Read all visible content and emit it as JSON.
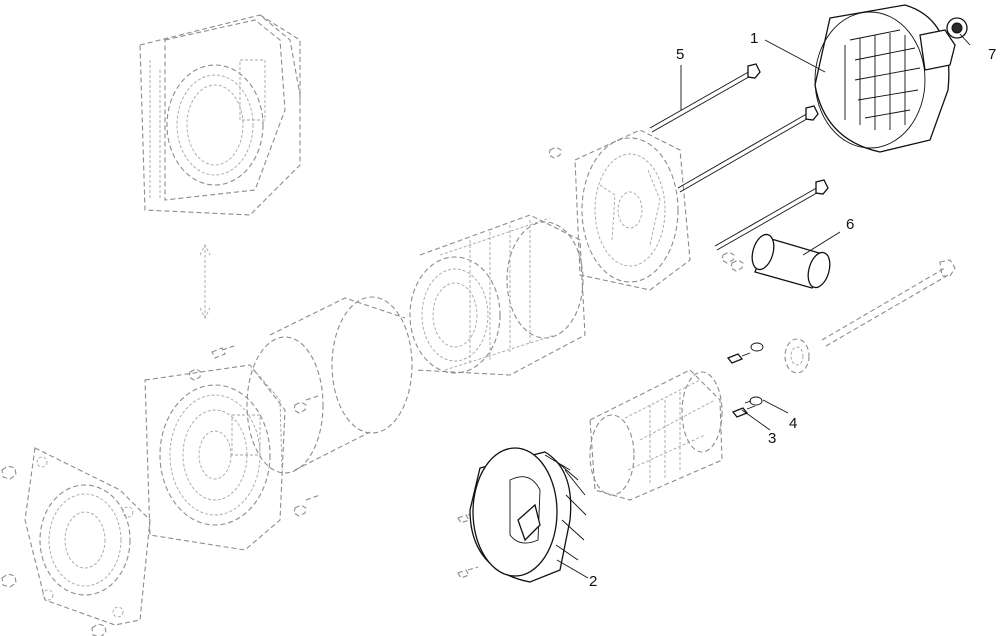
{
  "callouts": [
    {
      "id": "1",
      "label": "1"
    },
    {
      "id": "2",
      "label": "2"
    },
    {
      "id": "3",
      "label": "3"
    },
    {
      "id": "4",
      "label": "4"
    },
    {
      "id": "5",
      "label": "5"
    },
    {
      "id": "6",
      "label": "6"
    },
    {
      "id": "7",
      "label": "7"
    }
  ],
  "colors": {
    "highlighted_part": "#111111",
    "ghost_part": "#8c8c8c",
    "background": "#ffffff"
  }
}
